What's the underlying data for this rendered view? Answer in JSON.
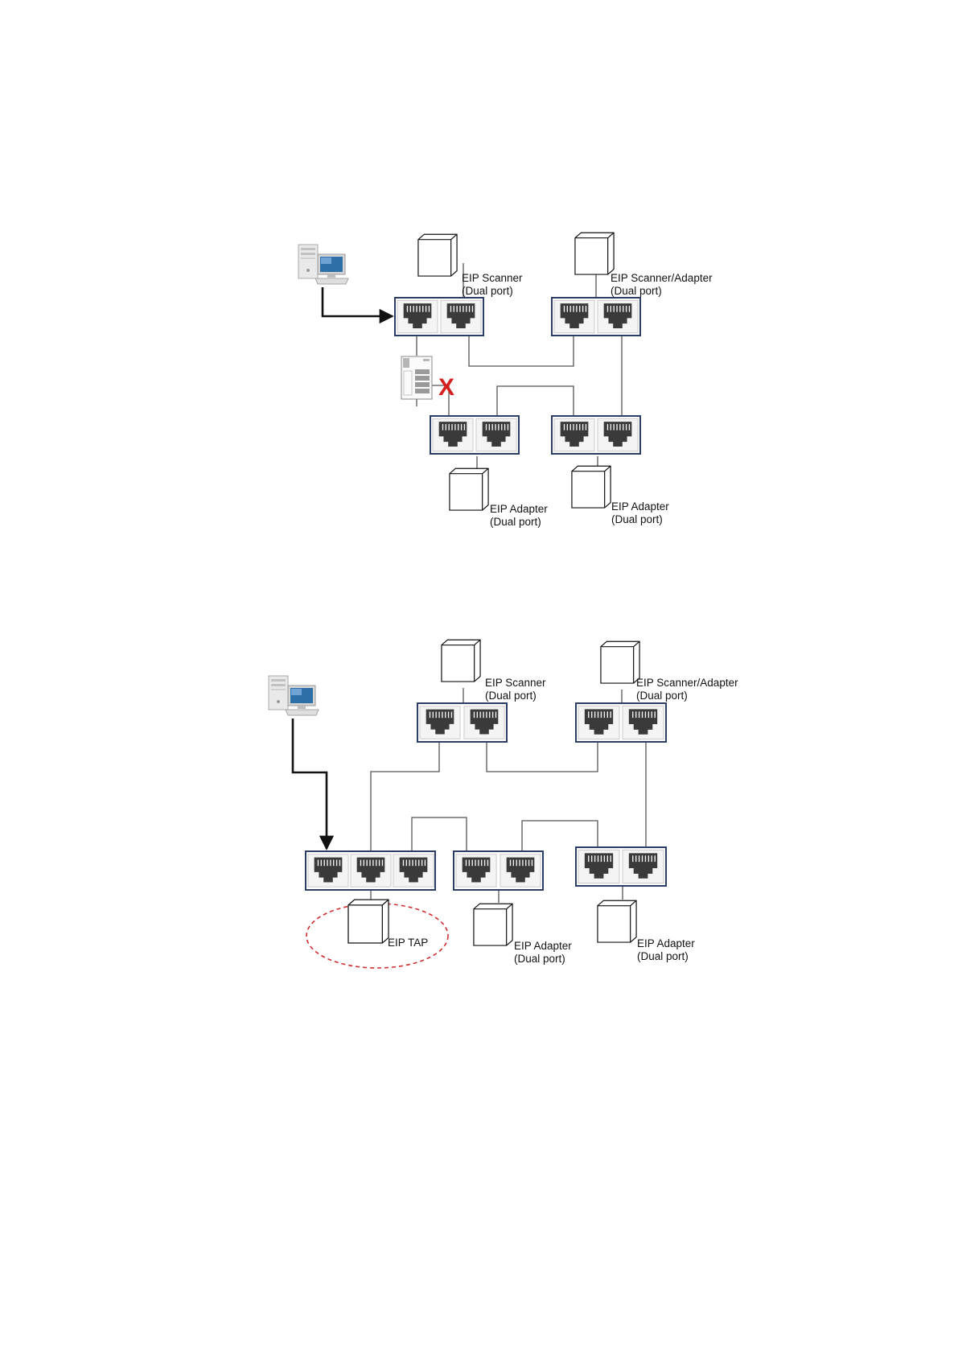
{
  "diagram1": {
    "scanner": {
      "name": "EIP Scanner",
      "ports": "(Dual port)"
    },
    "scanner_adapter": {
      "name": "EIP Scanner/Adapter",
      "ports": "(Dual port)"
    },
    "adapter_left": {
      "name": "EIP Adapter",
      "ports": "(Dual port)"
    },
    "adapter_right": {
      "name": "EIP Adapter",
      "ports": "(Dual port)"
    },
    "fault_mark": "X"
  },
  "diagram2": {
    "scanner": {
      "name": "EIP Scanner",
      "ports": "(Dual port)"
    },
    "scanner_adapter": {
      "name": "EIP Scanner/Adapter",
      "ports": "(Dual port)"
    },
    "tap": {
      "name": "EIP TAP"
    },
    "adapter_mid": {
      "name": "EIP Adapter",
      "ports": "(Dual port)"
    },
    "adapter_right": {
      "name": "EIP Adapter",
      "ports": "(Dual port)"
    }
  },
  "colors": {
    "switch_border": "#2b3f66",
    "jack": "#3a3a3a",
    "cable": "#555555",
    "fault": "#d42020",
    "tap_ring": "#d03030",
    "monitor": "#2f6fa8"
  }
}
